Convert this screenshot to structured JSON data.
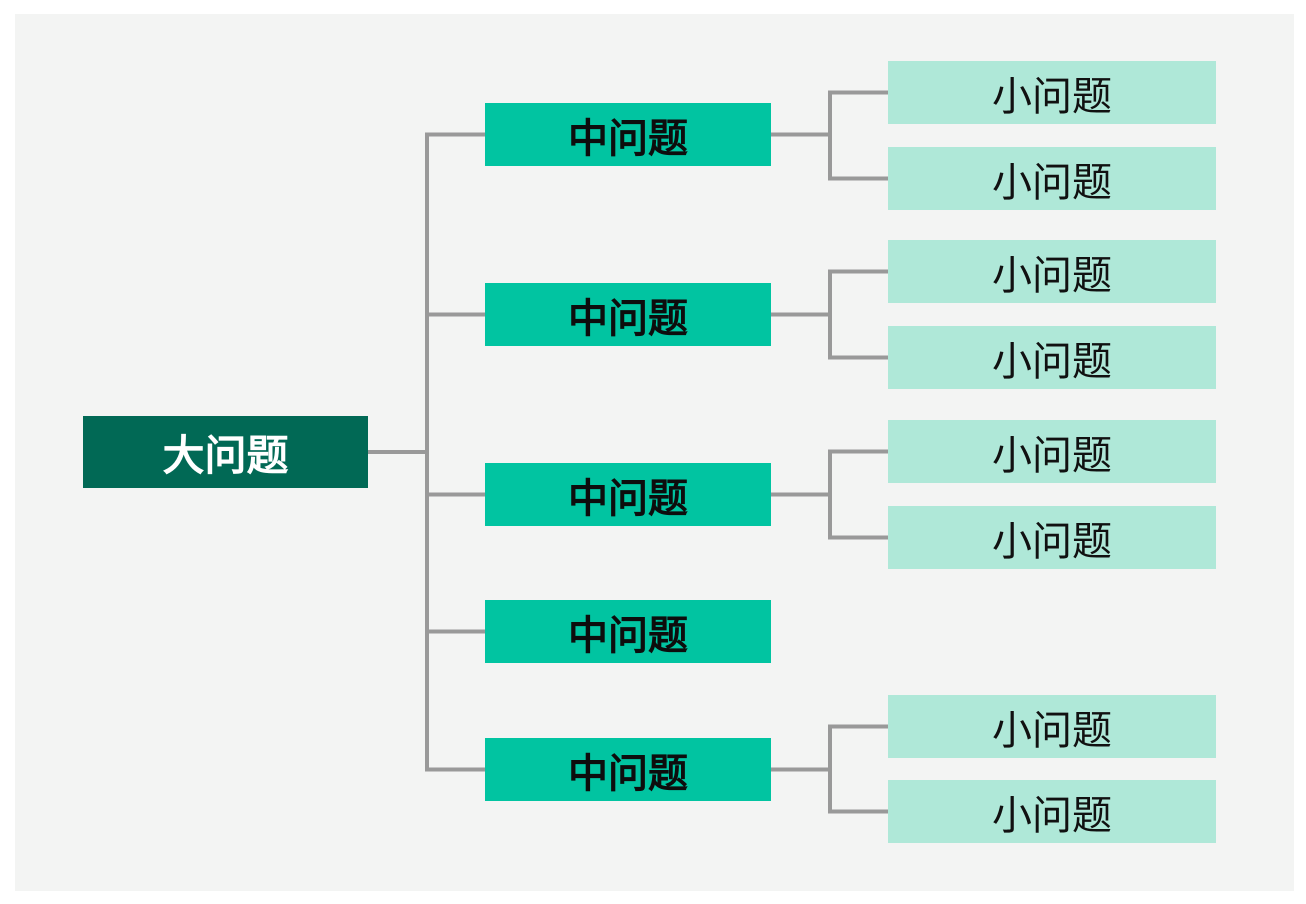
{
  "colors": {
    "canvas-bg": "#ffffff",
    "panel-bg": "#f3f4f3",
    "root-fill": "#016955",
    "root-text": "#ffffff",
    "branch-fill": "#01c4a1",
    "branch-text": "#0d0d0d",
    "leaf-fill": "#afe8d8",
    "leaf-text": "#111111",
    "connector": "#999999"
  },
  "mindmap": {
    "root": {
      "label": "大问题"
    },
    "branches": [
      {
        "label": "中问题",
        "children": [
          {
            "label": "小问题"
          },
          {
            "label": "小问题"
          }
        ]
      },
      {
        "label": "中问题",
        "children": [
          {
            "label": "小问题"
          },
          {
            "label": "小问题"
          }
        ]
      },
      {
        "label": "中问题",
        "children": [
          {
            "label": "小问题"
          },
          {
            "label": "小问题"
          }
        ]
      },
      {
        "label": "中问题",
        "children": []
      },
      {
        "label": "中问题",
        "children": [
          {
            "label": "小问题"
          },
          {
            "label": "小问题"
          }
        ]
      }
    ]
  }
}
